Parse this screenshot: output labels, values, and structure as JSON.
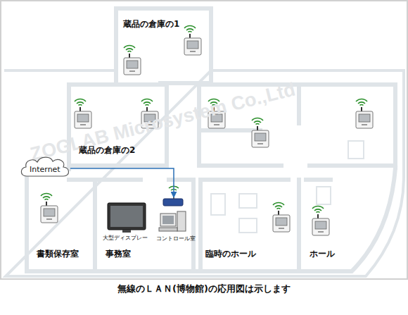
{
  "diagram": {
    "caption": "無線のＬＡＮ(博物館)の応用図は示します",
    "nodes": [
      {
        "text": [
          "蔵品の倉庫の1"
        ]
      },
      {
        "text": [
          "蔵品の倉庫の2"
        ]
      },
      {
        "text": [
          "Internet"
        ]
      },
      {
        "text": [
          "書類保存室"
        ]
      },
      {
        "text": [
          "事務室"
        ]
      },
      {
        "text": [
          "コントロール室"
        ],
        "in": 4
      },
      {
        "text": [
          "臨時のホール"
        ]
      },
      {
        "text": [
          "ホール"
        ]
      }
    ],
    "edges": [
      {
        "from": 2,
        "to": 5,
        "arrow": "to"
      }
    ],
    "labels": [
      "大型ディスプレー",
      "ZOGLAB Microsystem Co.,Ltd"
    ]
  }
}
